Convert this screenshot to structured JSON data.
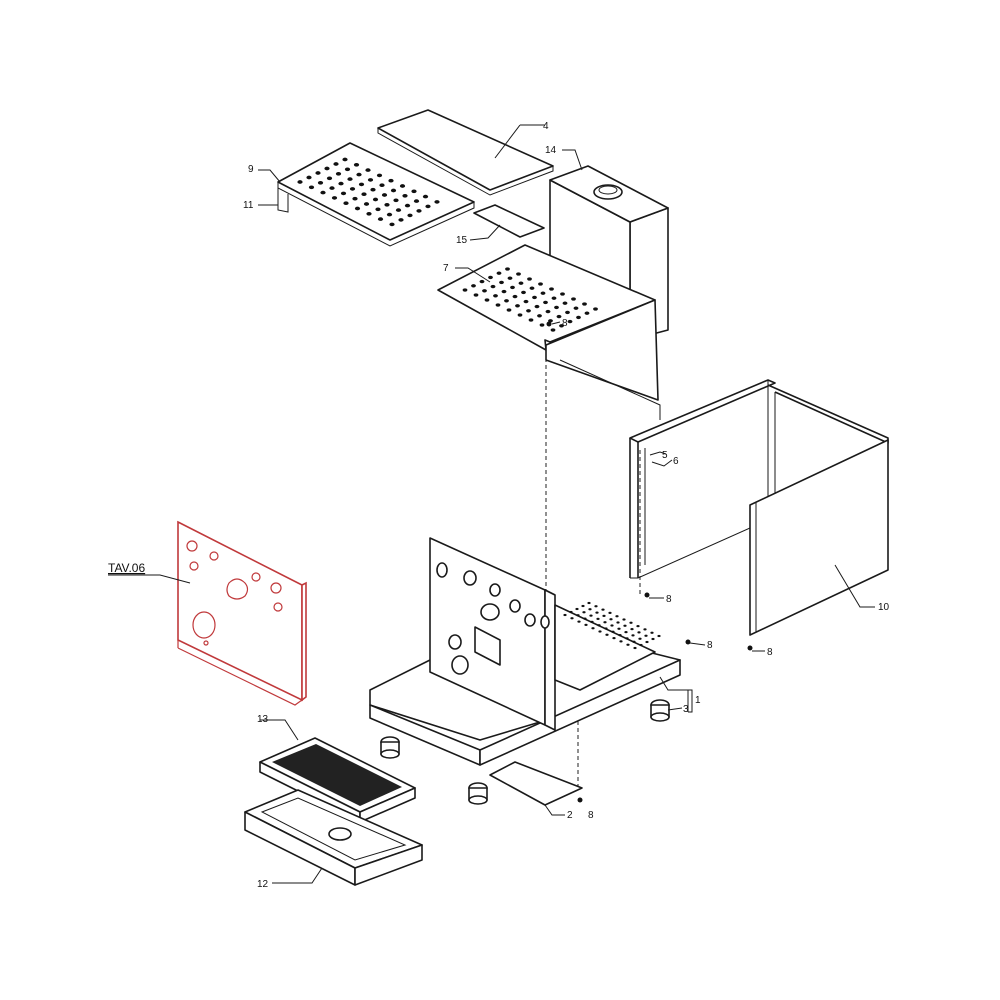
{
  "diagram": {
    "type": "exploded-parts-view",
    "highlight_color": "#c0393b",
    "parts": [
      {
        "id": "part-4",
        "label": "4"
      },
      {
        "id": "part-14",
        "label": "14"
      },
      {
        "id": "part-9",
        "label": "9"
      },
      {
        "id": "part-11",
        "label": "11"
      },
      {
        "id": "part-15",
        "label": "15"
      },
      {
        "id": "part-7",
        "label": "7"
      },
      {
        "id": "screw-top",
        "label": "8"
      },
      {
        "id": "part-5",
        "label": "5"
      },
      {
        "id": "part-6",
        "label": "6"
      },
      {
        "id": "screw-frame",
        "label": "8"
      },
      {
        "id": "part-10",
        "label": "10"
      },
      {
        "id": "screw-panel",
        "label": "8"
      },
      {
        "id": "screw-base",
        "label": "8"
      },
      {
        "id": "part-1",
        "label": "1"
      },
      {
        "id": "part-3",
        "label": "3"
      },
      {
        "id": "part-13",
        "label": "13"
      },
      {
        "id": "part-2",
        "label": "2"
      },
      {
        "id": "screw-bottom",
        "label": "8"
      },
      {
        "id": "part-12",
        "label": "12"
      },
      {
        "id": "tav-06",
        "label": "TAV.06"
      }
    ]
  }
}
